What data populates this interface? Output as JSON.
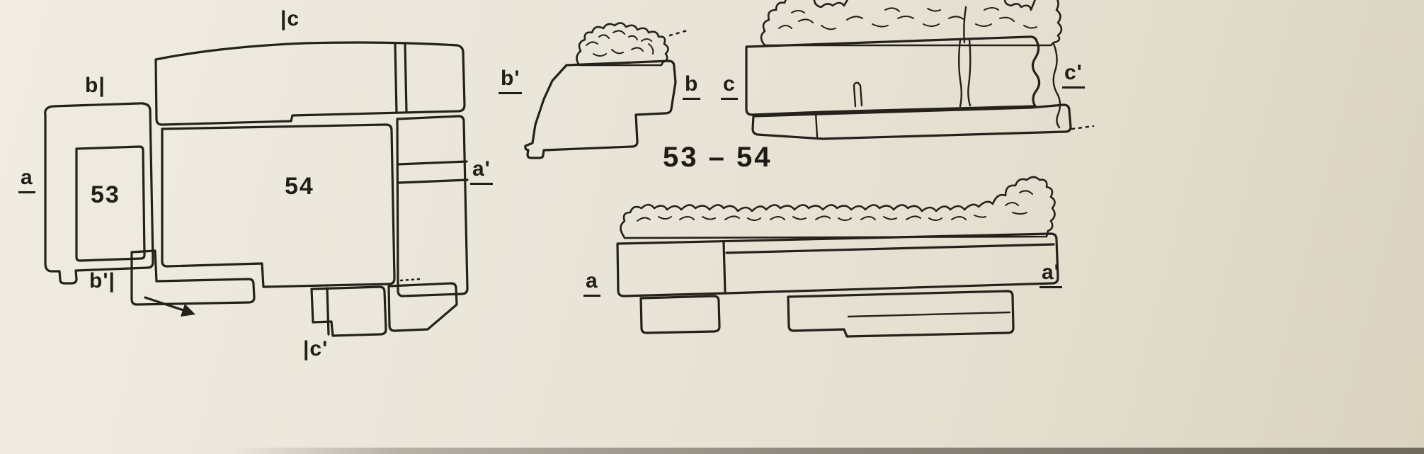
{
  "figure": {
    "title": "53 – 54",
    "plan": {
      "block53": "53",
      "block54": "54",
      "label_a": "a",
      "label_a_prime": "a'",
      "label_b": "b|",
      "label_b_prime": "b'|",
      "label_c": "|c",
      "label_c_prime": "|c'"
    },
    "section_bb": {
      "left": "b'",
      "right": "b"
    },
    "section_cc": {
      "left": "c",
      "right": "c'"
    },
    "section_aa": {
      "left": "a",
      "right": "a'"
    },
    "colors": {
      "paper": "#eae5d9",
      "ink": "#24211b"
    }
  }
}
